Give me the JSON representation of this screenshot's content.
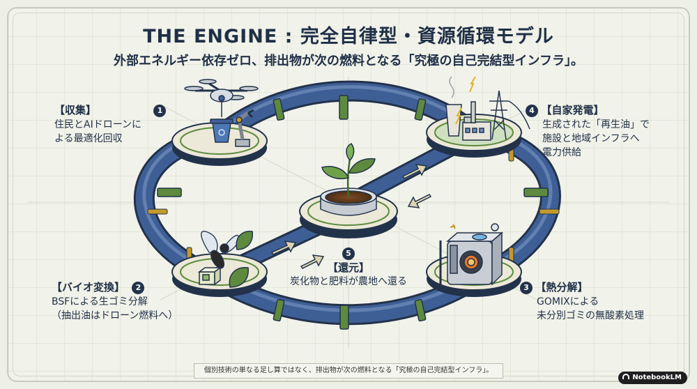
{
  "title": "THE ENGINE : 完全自律型・資源循環モデル",
  "subtitle": "外部エネルギー依存ゼロ、排出物が次の燃料となる「究極の自己完結型インフラ」。",
  "steps": [
    {
      "num": "1",
      "head": "【収集】",
      "lines": [
        "住民とAIドローンに",
        "よる最適化回収"
      ]
    },
    {
      "num": "2",
      "head": "【バイオ変換】",
      "lines": [
        "BSFによる生ゴミ分解",
        "（抽出油はドローン燃料へ）"
      ]
    },
    {
      "num": "3",
      "head": "【熱分解】",
      "lines": [
        "GOMIXによる",
        "未分別ゴミの無酸素処理"
      ]
    },
    {
      "num": "4",
      "head": "【自家発電】",
      "lines": [
        "生成された「再生油」で",
        "施設と地域インフラへ",
        "電力供給"
      ]
    },
    {
      "num": "5",
      "head": "【還元】",
      "lines": [
        "炭化物と肥料が農地へ還る"
      ]
    }
  ],
  "footer": "個別技術の単なる足し算ではなく、排出物が次の燃料となる「究極の自己完結型インフラ」。",
  "badge": "NotebookLM",
  "colors": {
    "pipe": "#3e5f96",
    "pipe_dark": "#22324a",
    "band": "#5d8a3e",
    "platform": "#ece9d8",
    "accent": "#c49a2c"
  }
}
